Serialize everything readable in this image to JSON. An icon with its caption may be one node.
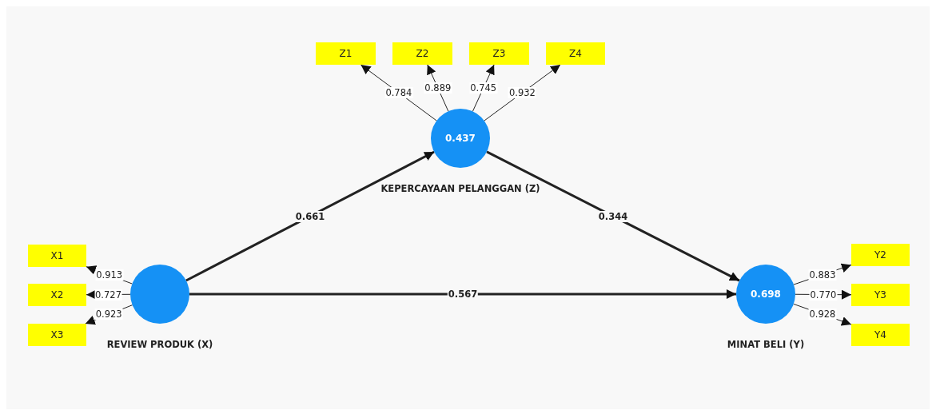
{
  "diagram": {
    "nodes": [
      {
        "text": [
          "Z1"
        ]
      },
      {
        "text": [
          "Z2"
        ]
      },
      {
        "text": [
          "Z3"
        ]
      },
      {
        "text": [
          "Z4"
        ]
      },
      {
        "text": [
          "0.437"
        ],
        "beside": [
          "KEPERCAYAAN PELANGGAN (Z)"
        ]
      },
      {
        "text": [
          "X1"
        ]
      },
      {
        "text": [
          "X2"
        ]
      },
      {
        "text": [
          "X3"
        ]
      },
      {
        "text": [],
        "shape": "circle",
        "beside": [
          "REVIEW PRODUK (X)"
        ]
      },
      {
        "text": [
          "0.698"
        ],
        "beside": [
          "MINAT BELI (Y)"
        ]
      },
      {
        "text": [
          "Y2"
        ]
      },
      {
        "text": [
          "Y3"
        ]
      },
      {
        "text": [
          "Y4"
        ]
      }
    ],
    "edges": [
      {
        "from": 4,
        "to": 0,
        "arrow": "to",
        "label": "0.784"
      },
      {
        "from": 4,
        "to": 1,
        "arrow": "to",
        "label": "0.889"
      },
      {
        "from": 4,
        "to": 2,
        "arrow": "to",
        "label": "0.745"
      },
      {
        "from": 4,
        "to": 3,
        "arrow": "to",
        "label": "0.932"
      },
      {
        "from": 8,
        "to": 5,
        "arrow": "to",
        "label": "0.913"
      },
      {
        "from": 8,
        "to": 6,
        "arrow": "to",
        "label": "0.727"
      },
      {
        "from": 8,
        "to": 7,
        "arrow": "to",
        "label": "0.923"
      },
      {
        "from": 9,
        "to": 10,
        "arrow": "to",
        "label": "0.883"
      },
      {
        "from": 9,
        "to": 11,
        "arrow": "to",
        "label": "0.770"
      },
      {
        "from": 9,
        "to": 12,
        "arrow": "to",
        "label": "0.928"
      },
      {
        "from": 8,
        "to": 4,
        "arrow": "to",
        "label": "0.661",
        "style": "thick"
      },
      {
        "from": 4,
        "to": 9,
        "arrow": "to",
        "label": "0.344",
        "style": "thick"
      },
      {
        "from": 8,
        "to": 9,
        "arrow": "to",
        "label": "0.567",
        "style": "thick"
      }
    ]
  }
}
